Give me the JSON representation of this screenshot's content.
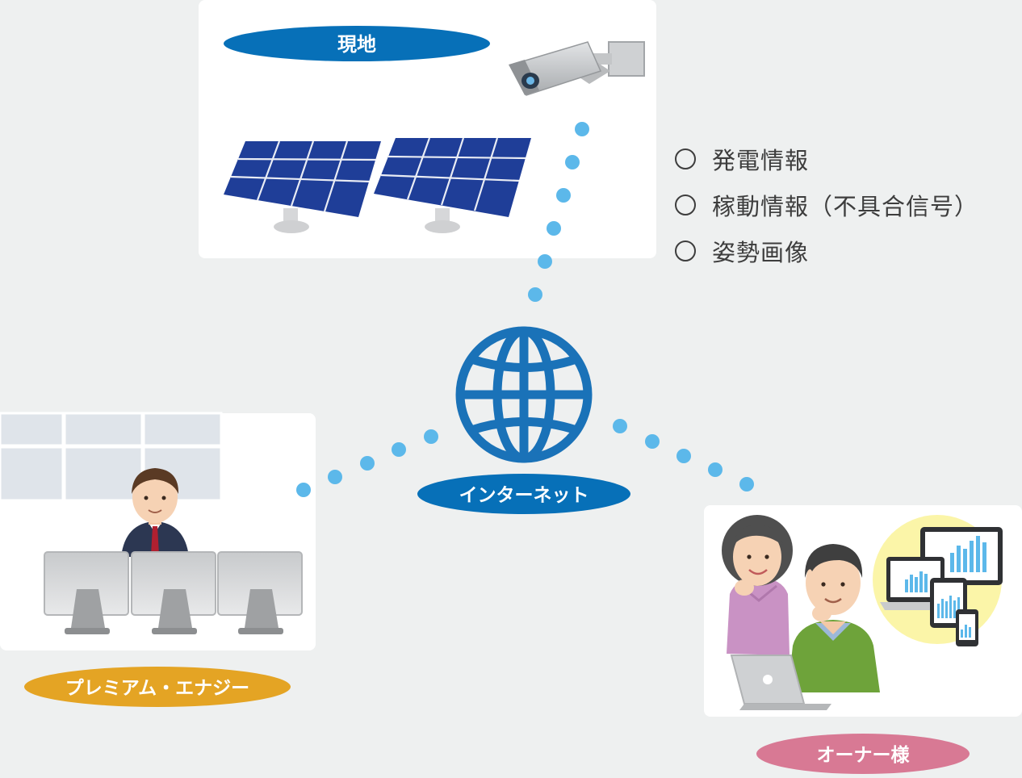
{
  "nodes": {
    "site": {
      "label": "現地",
      "color": "#0770b8"
    },
    "internet": {
      "label": "インターネット",
      "color": "#0770b8"
    },
    "company": {
      "label": "プレミアム・エナジー",
      "color": "#e4a424"
    },
    "owner": {
      "label": "オーナー様",
      "color": "#d87994"
    }
  },
  "data_items": [
    {
      "text": "発電情報"
    },
    {
      "text": "稼動情報（不具合信号）"
    },
    {
      "text": "姿勢画像"
    }
  ],
  "icons": {
    "camera": "surveillance-camera-icon",
    "solar": "solar-panel-icon",
    "globe": "globe-icon",
    "operator": "operator-at-monitors-icon",
    "owners": "owners-with-laptop-icon",
    "devices": "monitoring-devices-icon"
  },
  "colors": {
    "background": "#eef0f0",
    "card": "#ffffff",
    "connector_dot": "#5cb8ea",
    "globe": "#1a72b8",
    "solar_panel": "#1f3e98",
    "devices_circle": "#fbf5a8"
  }
}
